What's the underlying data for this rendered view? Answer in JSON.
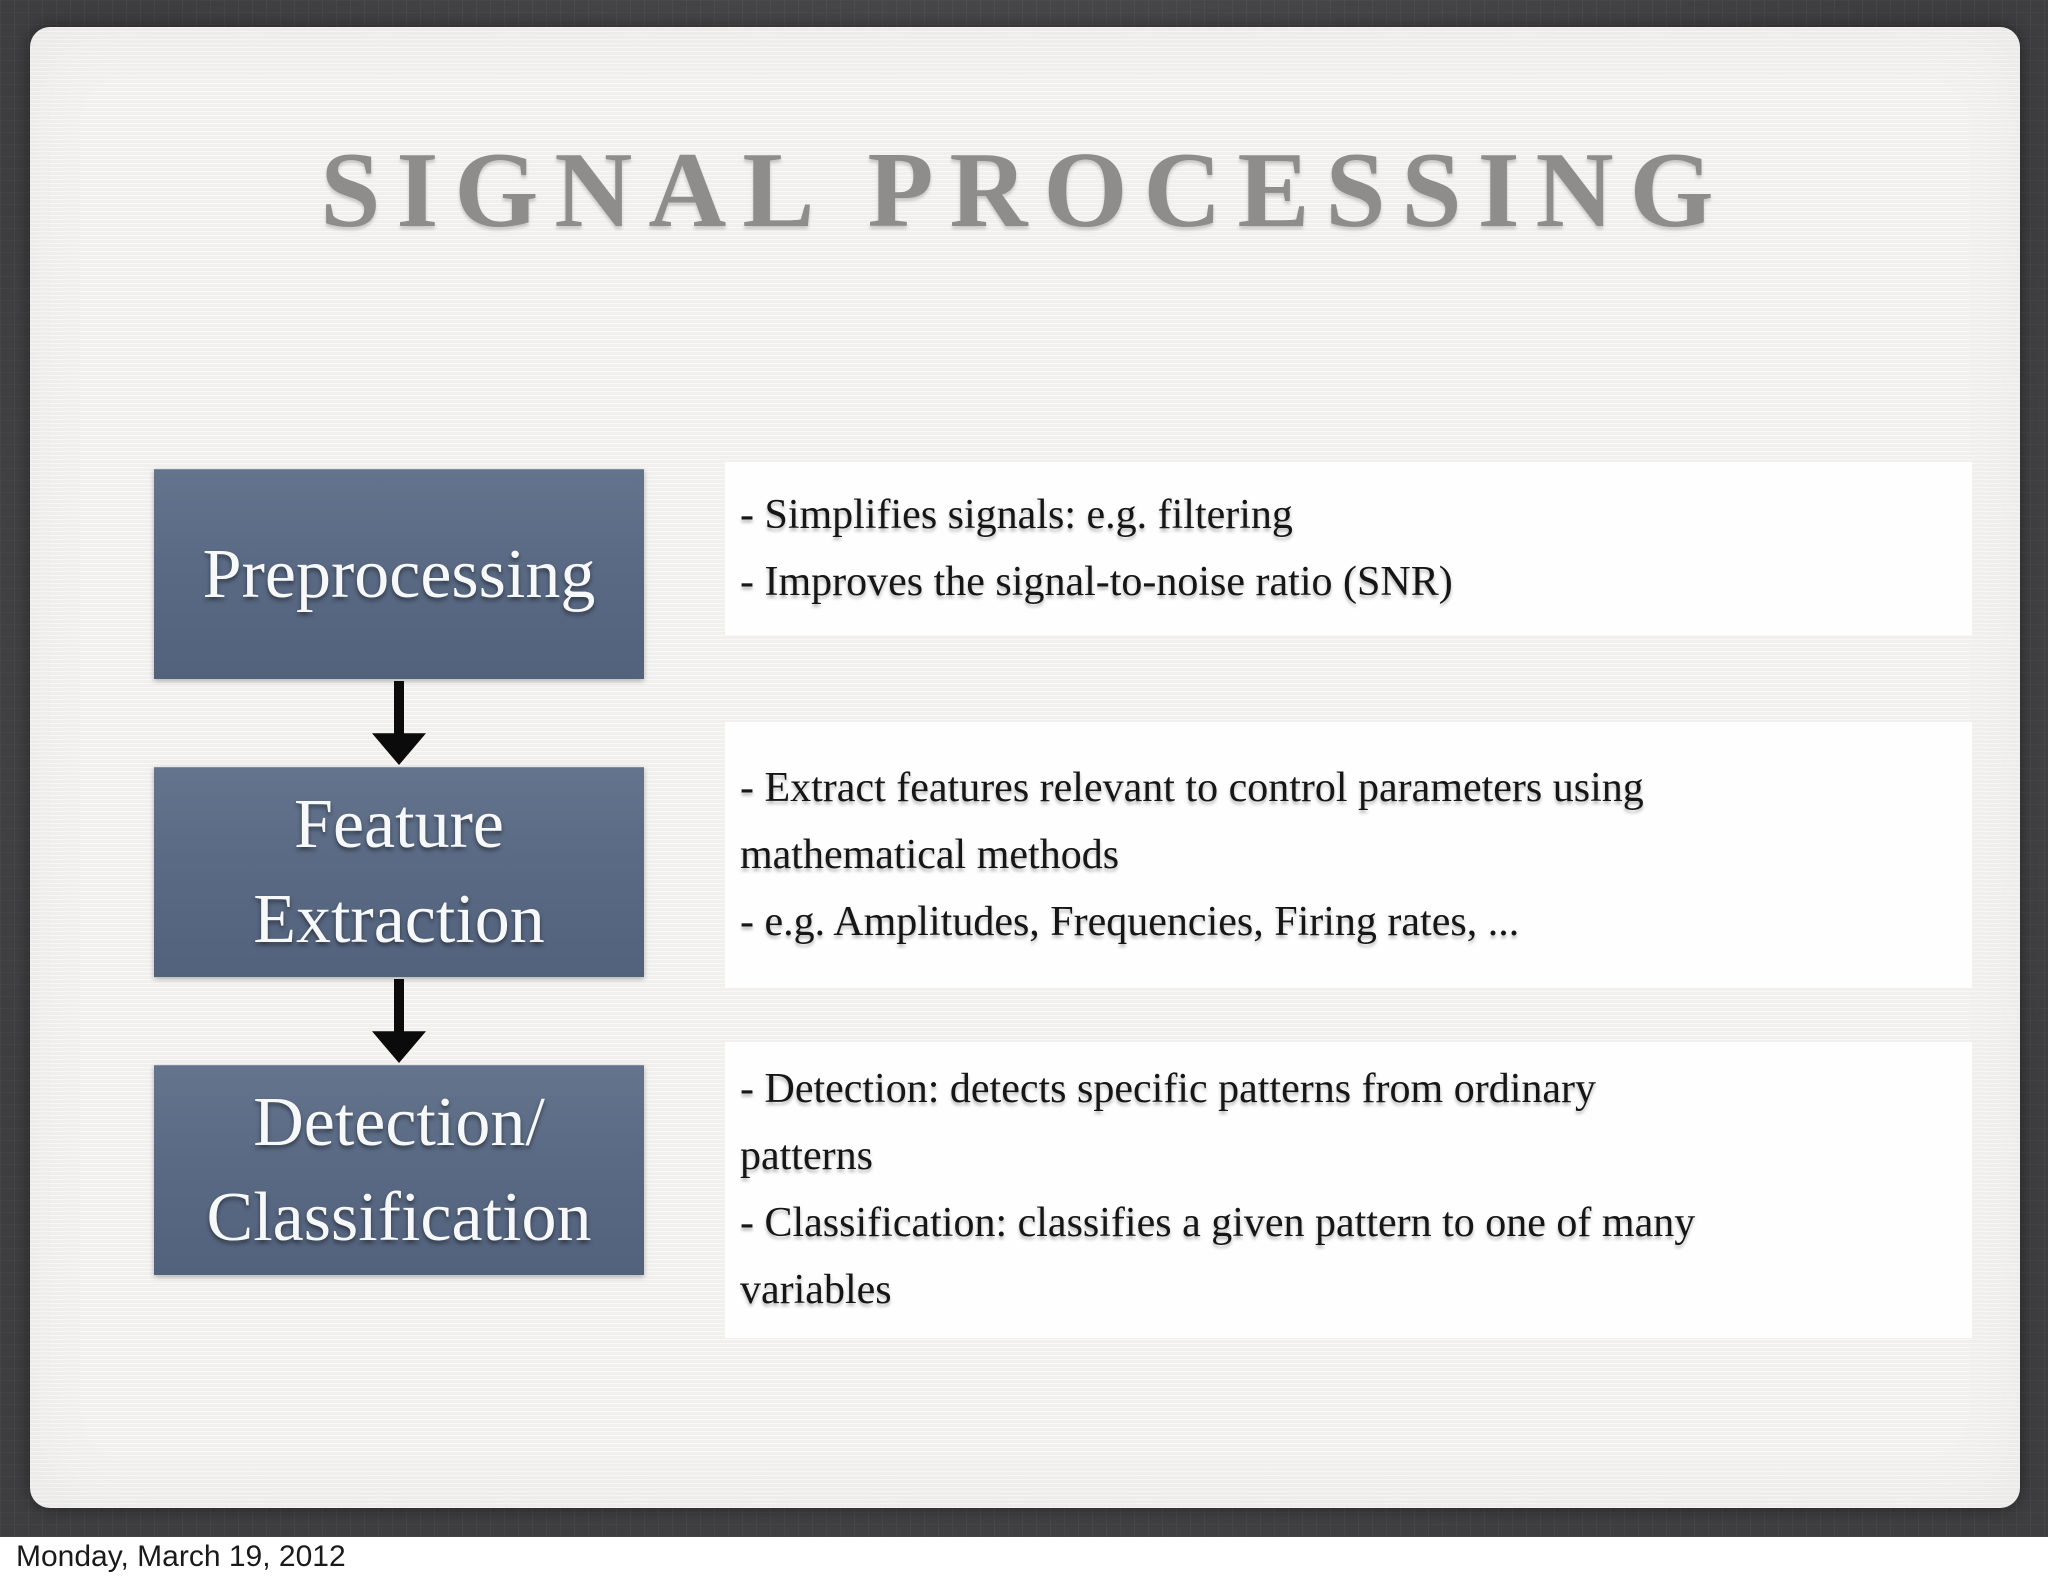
{
  "slide": {
    "title": "SIGNAL PROCESSING",
    "title_color": "#8e8d8b",
    "background": "#f1f0ee",
    "frame_color": "#48484b"
  },
  "flow": {
    "box_fill": "#5a6a84",
    "box_text_color": "#f6f8fa",
    "arrow_color": "#0b0b0b",
    "boxes": [
      {
        "lines": [
          "Preprocessing",
          ""
        ]
      },
      {
        "lines": [
          "Feature",
          "Extraction"
        ]
      },
      {
        "lines": [
          "Detection/",
          "Classification"
        ]
      }
    ]
  },
  "details": {
    "panel_background": "#fefefe",
    "text_color": "#161616",
    "blocks": [
      {
        "lines": [
          "- Simplifies signals: e.g. filtering",
          "- Improves the signal-to-noise ratio (SNR)"
        ]
      },
      {
        "lines": [
          "- Extract features relevant to control parameters using",
          "mathematical methods",
          "- e.g. Amplitudes, Frequencies, Firing rates, ..."
        ]
      },
      {
        "lines": [
          "- Detection: detects specific patterns from ordinary",
          "patterns",
          "- Classification: classifies a given pattern to one of many",
          "variables"
        ]
      }
    ]
  },
  "footer": {
    "date": "Monday, March 19, 2012"
  }
}
